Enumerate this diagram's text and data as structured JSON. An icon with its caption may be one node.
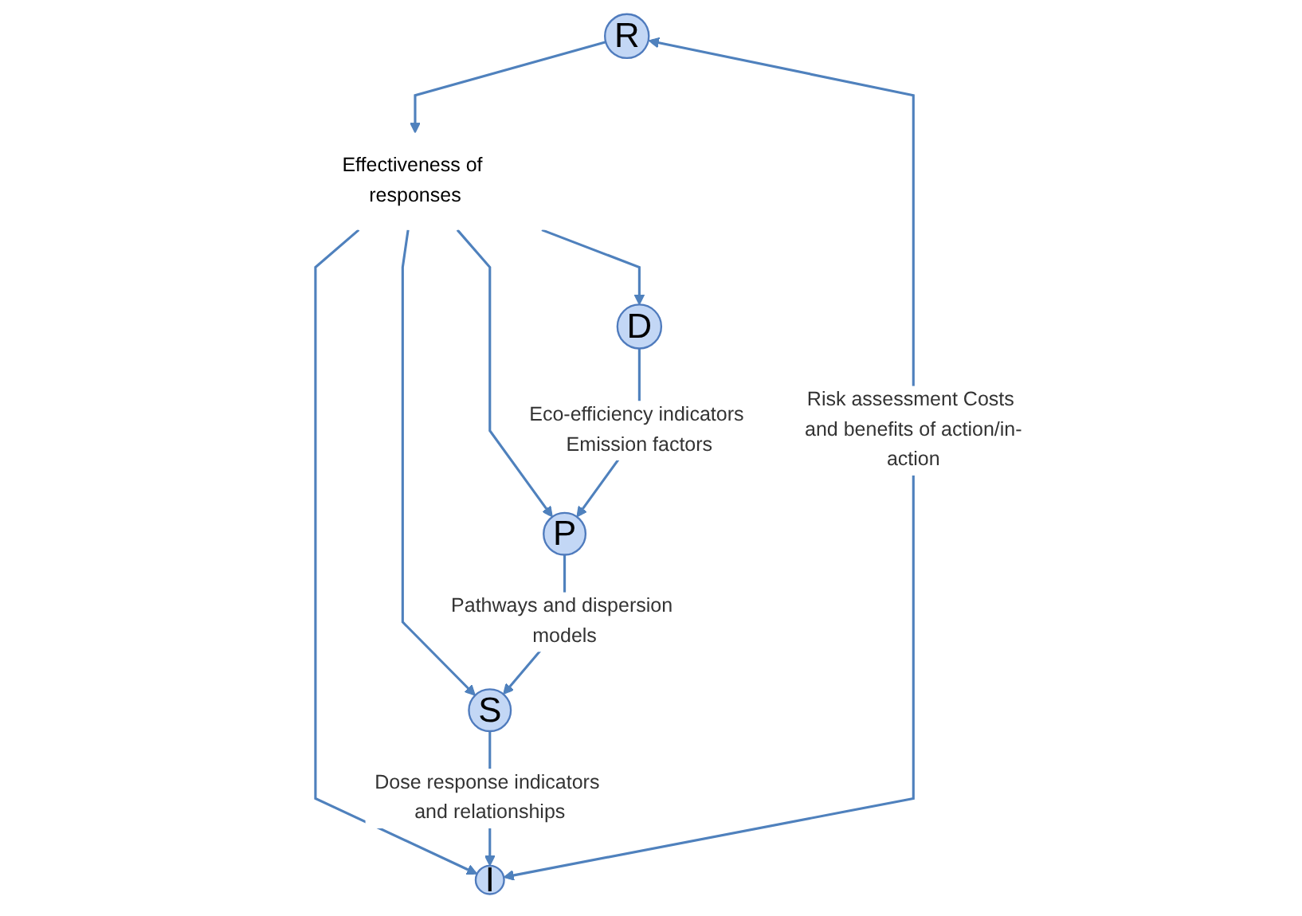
{
  "diagram": {
    "nodes": [
      {
        "text": [
          "D"
        ]
      },
      {
        "text": [
          "Effectiveness of responses"
        ]
      },
      {
        "text": [
          "R"
        ]
      },
      {
        "text": [
          "P"
        ]
      },
      {
        "text": [
          "I"
        ]
      },
      {
        "text": [
          "S"
        ]
      }
    ],
    "edges": [
      {
        "from": 1,
        "to": 0,
        "arrow": "to"
      },
      {
        "from": 2,
        "to": 1,
        "arrow": "to"
      },
      {
        "from": 1,
        "to": 3,
        "arrow": "to"
      },
      {
        "from": 1,
        "to": 5,
        "arrow": "to"
      },
      {
        "from": 1,
        "to": 4,
        "arrow": "to"
      },
      {
        "from": 0,
        "to": 3,
        "arrow": "to",
        "label": "Eco-efficiency indicators Emission factors"
      },
      {
        "from": 3,
        "to": 5,
        "arrow": "to",
        "label": "Pathways and dispersion models"
      },
      {
        "from": 5,
        "to": 4,
        "arrow": "to",
        "label": "Dose response indicators and relationships"
      },
      {
        "from": 2,
        "to": 4,
        "arrow": "both",
        "label": "Risk assessment Costs and benefits of action/in-action"
      }
    ]
  }
}
